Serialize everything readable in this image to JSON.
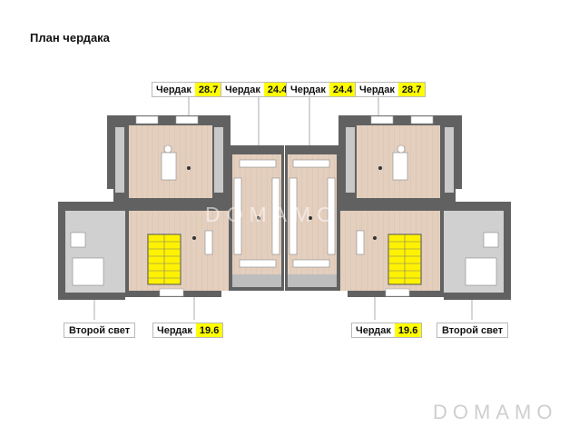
{
  "title": "План чердака",
  "labels": {
    "top": [
      {
        "name": "Чердак",
        "value": "28.7"
      },
      {
        "name": "Чердак",
        "value": "24.4"
      },
      {
        "name": "Чердак",
        "value": "24.4"
      },
      {
        "name": "Чердак",
        "value": "28.7"
      }
    ],
    "bottom_left": {
      "second_light": "Второй свет",
      "attic": {
        "name": "Чердак",
        "value": "19.6"
      }
    },
    "bottom_right": {
      "second_light": "Второй свет",
      "attic": {
        "name": "Чердак",
        "value": "19.6"
      }
    }
  },
  "watermark": "DOMAMO",
  "colors": {
    "wall": "#616161",
    "floor": "#e4cfbe",
    "void": "#d0d0d0",
    "highlight": "#ffff00"
  }
}
